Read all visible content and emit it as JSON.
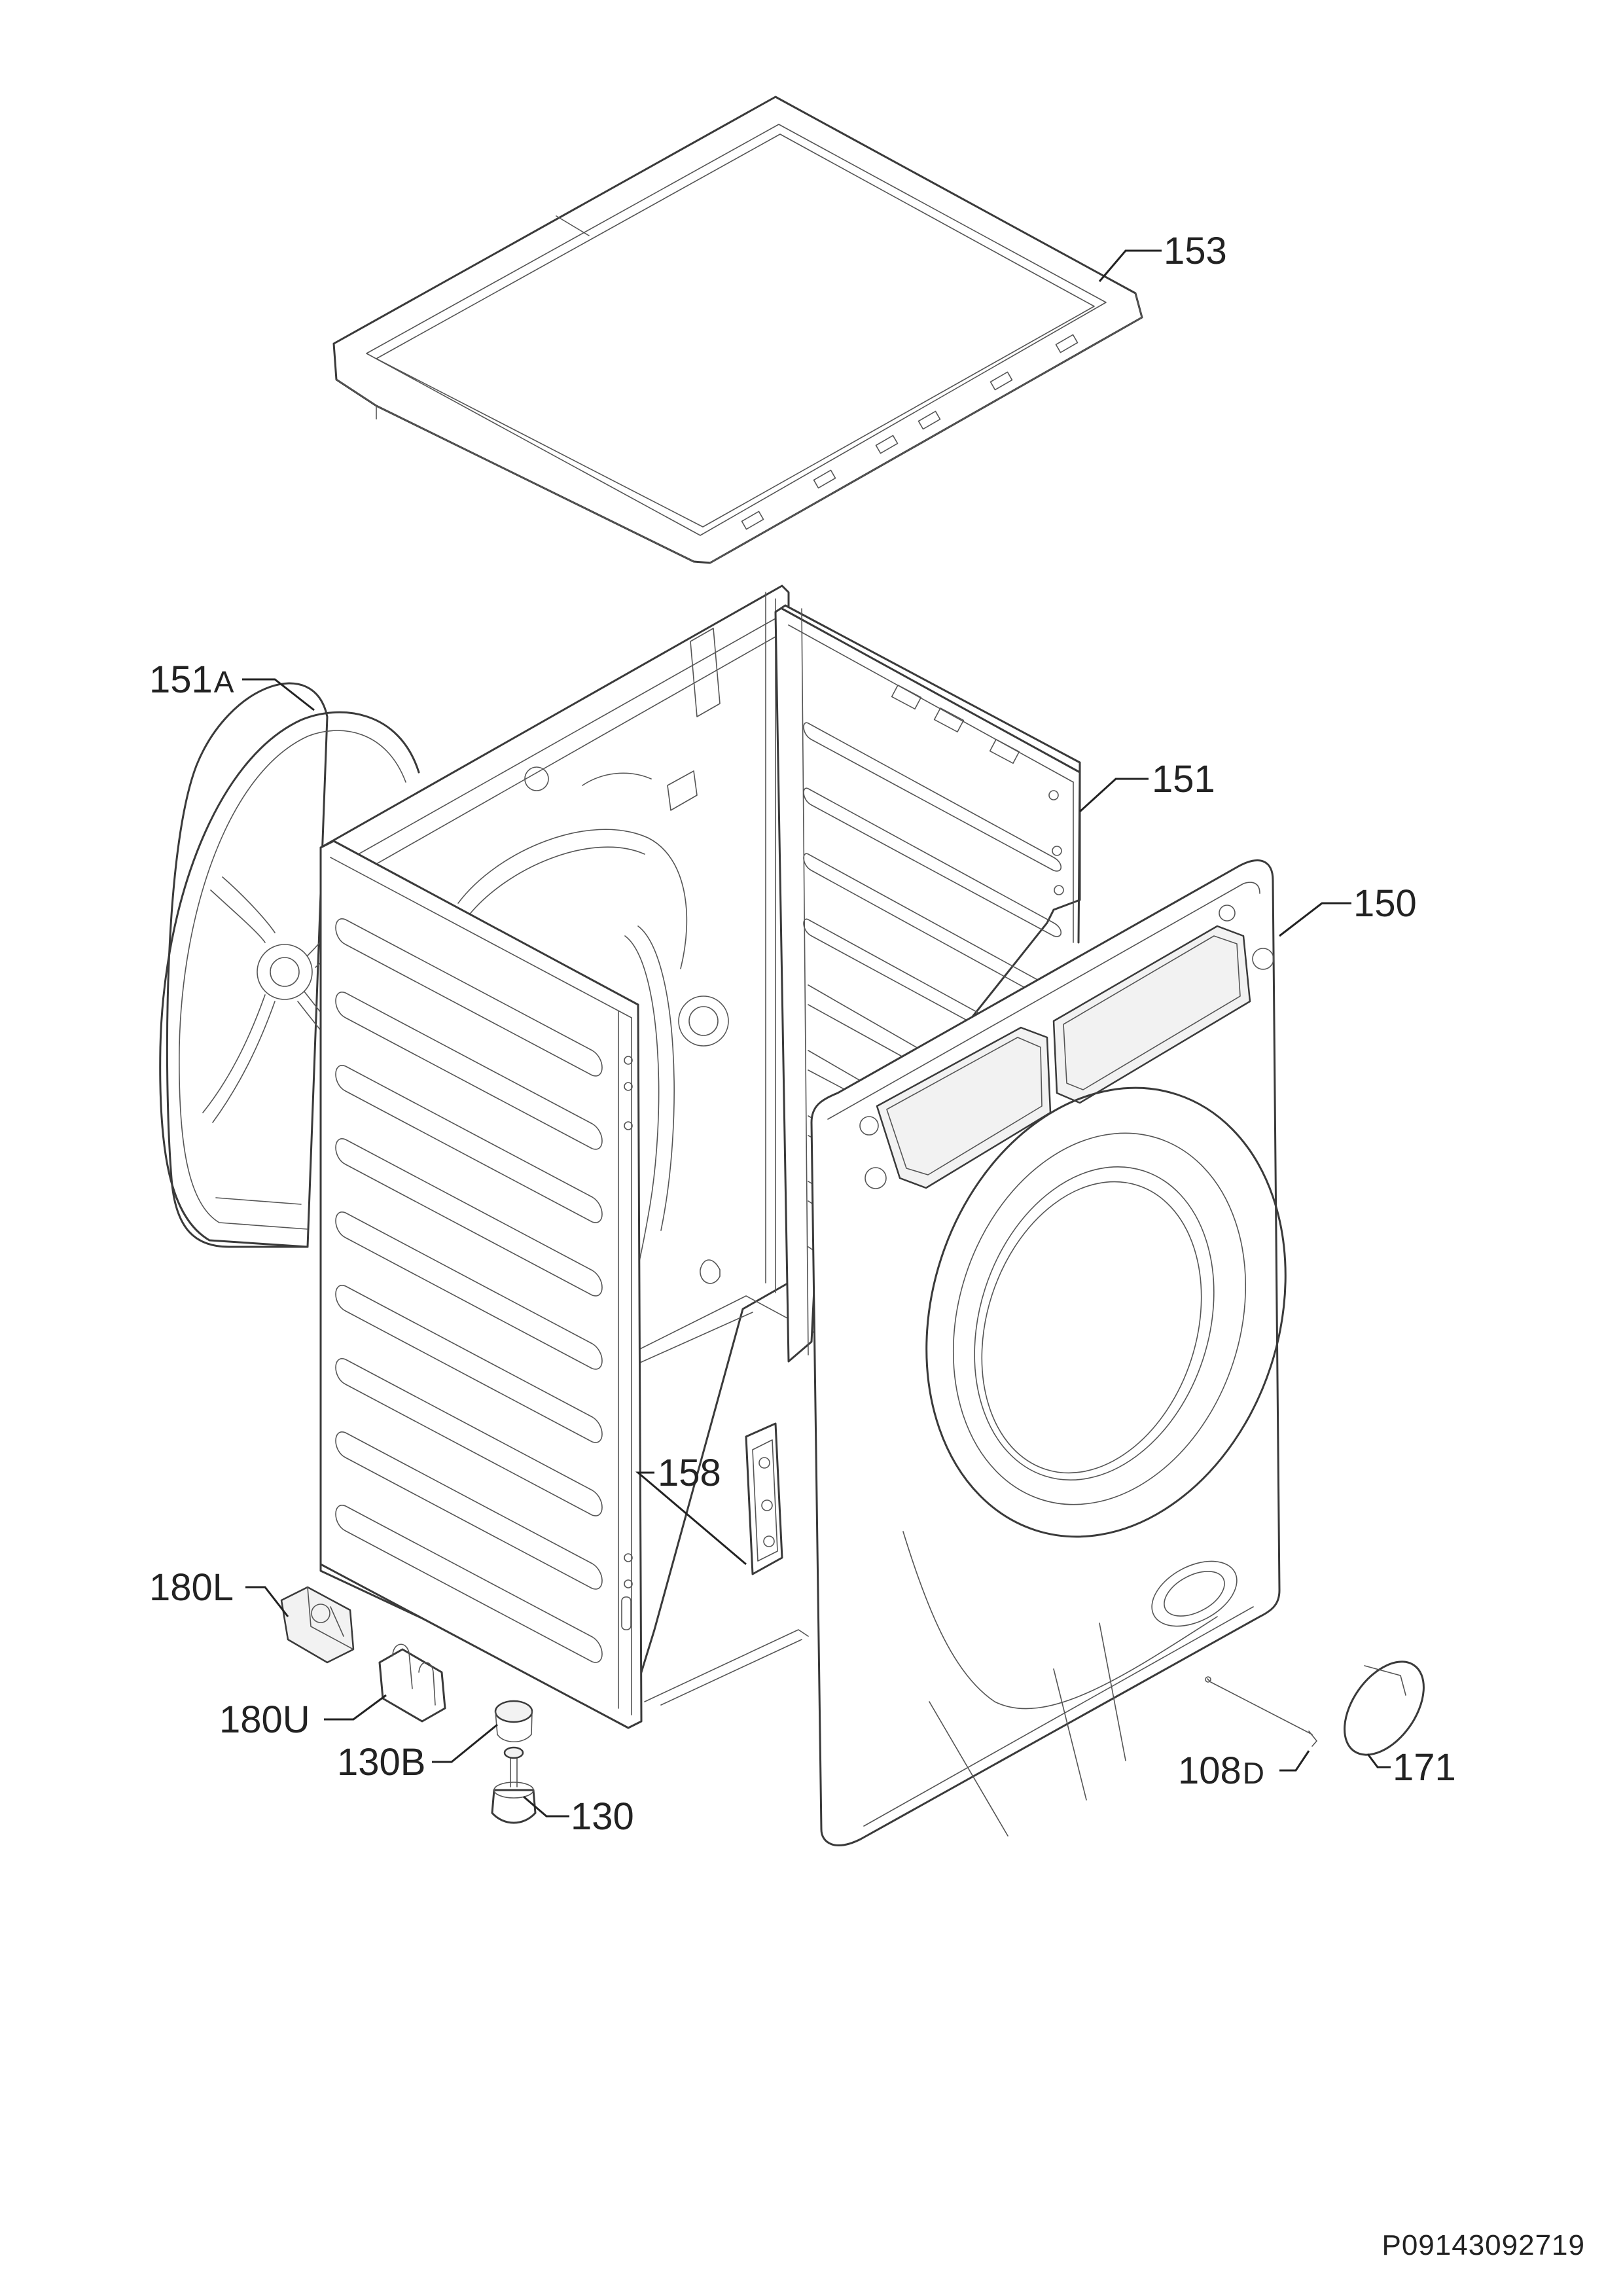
{
  "diagram": {
    "parts": [
      {
        "id": "153",
        "label": "153"
      },
      {
        "id": "151A",
        "label": "151",
        "suffix": "A"
      },
      {
        "id": "151",
        "label": "151"
      },
      {
        "id": "150",
        "label": "150"
      },
      {
        "id": "158",
        "label": "158"
      },
      {
        "id": "180L",
        "label": "180L"
      },
      {
        "id": "180U",
        "label": "180U"
      },
      {
        "id": "130B",
        "label": "130B"
      },
      {
        "id": "130",
        "label": "130"
      },
      {
        "id": "108D",
        "label": "108",
        "suffix": "D"
      },
      {
        "id": "171",
        "label": "171"
      }
    ],
    "document_number": "P09143092719"
  }
}
